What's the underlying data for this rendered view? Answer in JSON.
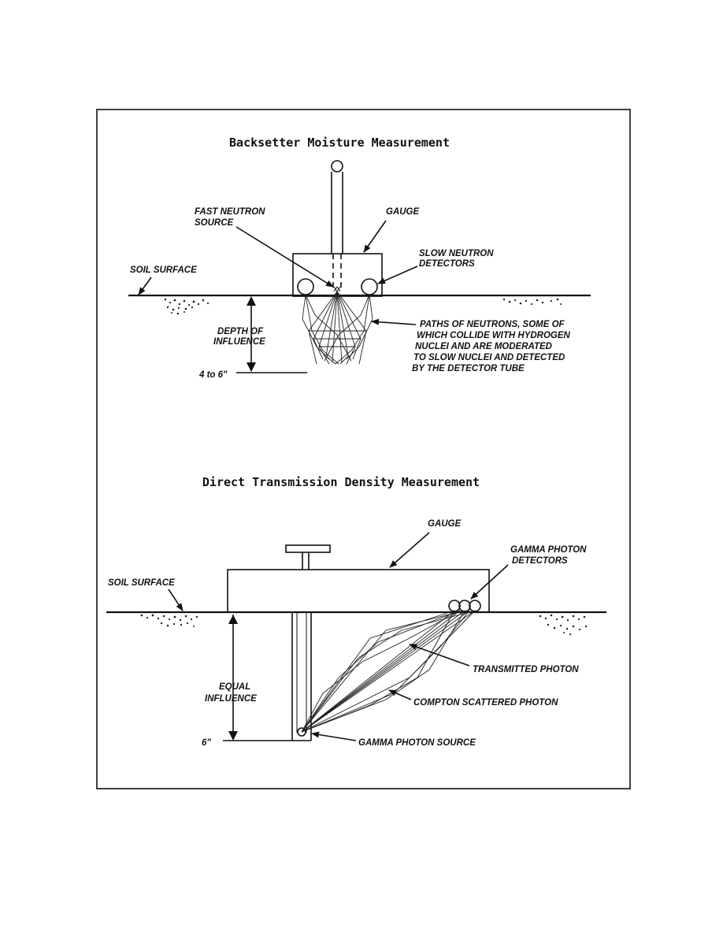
{
  "top_diagram": {
    "title": "Backsetter Moisture Measurement",
    "labels": {
      "fast_neutron_source": [
        "FAST NEUTRON",
        "SOURCE"
      ],
      "gauge": "GAUGE",
      "slow_neutron_detectors": [
        "SLOW NEUTRON",
        "DETECTORS"
      ],
      "soil_surface": "SOIL SURFACE",
      "depth_of_influence": [
        "DEPTH OF",
        "INFLUENCE"
      ],
      "depth_value": "4 to 6\"",
      "paths_of_neutrons": [
        "PATHS OF NEUTRONS, SOME OF",
        "WHICH COLLIDE WITH HYDROGEN",
        "NUCLEI AND ARE MODERATED",
        "TO SLOW NUCLEI AND DETECTED",
        "BY THE DETECTOR TUBE"
      ]
    }
  },
  "bottom_diagram": {
    "title": "Direct Transmission Density Measurement",
    "labels": {
      "gauge": "GAUGE",
      "gamma_photon_detectors": [
        "GAMMA PHOTON",
        "DETECTORS"
      ],
      "soil_surface": "SOIL SURFACE",
      "equal_influence": [
        "EQUAL",
        "INFLUENCE"
      ],
      "depth_value": "6\"",
      "transmitted_photon": "TRANSMITTED PHOTON",
      "compton_scattered_photon": "COMPTON SCATTERED PHOTON",
      "gamma_photon_source": "GAMMA PHOTON SOURCE"
    }
  }
}
